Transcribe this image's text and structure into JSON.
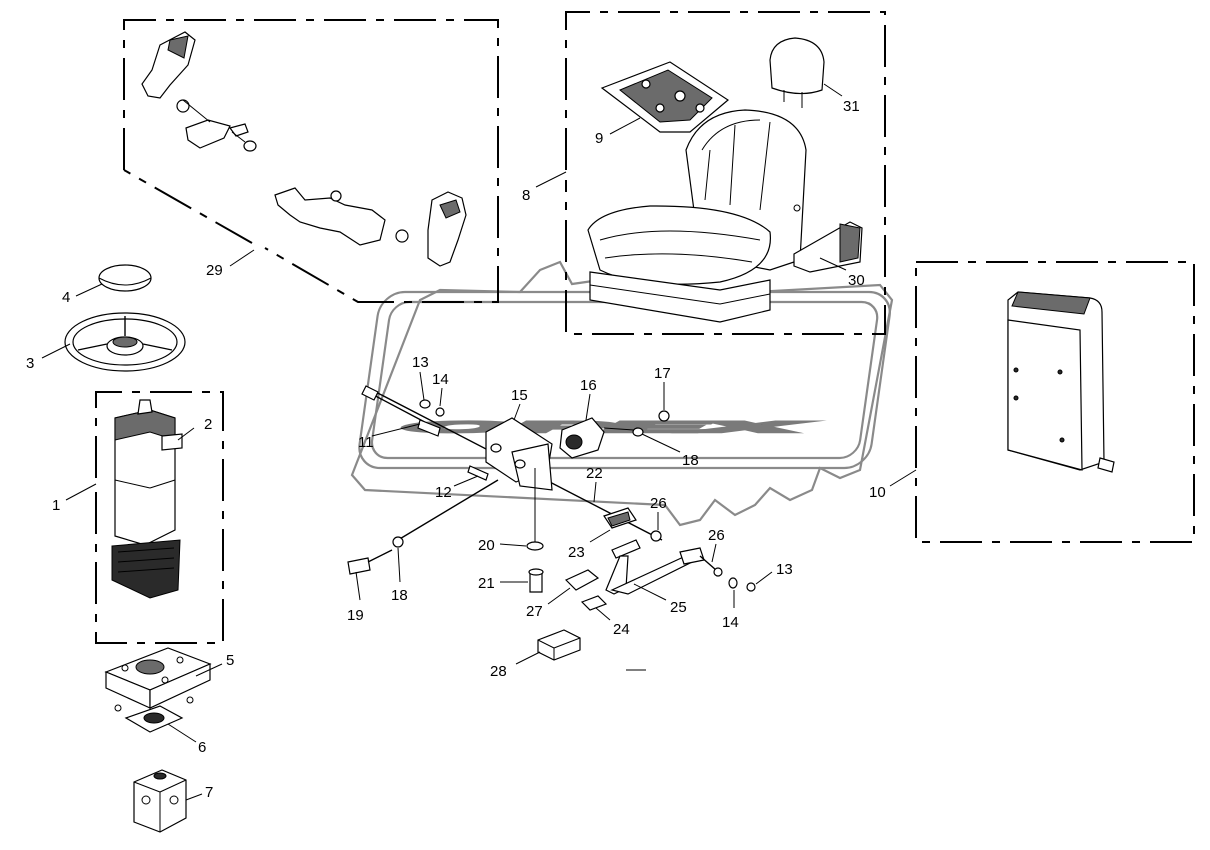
{
  "watermark": {
    "text": "OPEX"
  },
  "callouts": [
    {
      "id": "c1",
      "label": "1"
    },
    {
      "id": "c2",
      "label": "2"
    },
    {
      "id": "c3",
      "label": "3"
    },
    {
      "id": "c4",
      "label": "4"
    },
    {
      "id": "c5",
      "label": "5"
    },
    {
      "id": "c6",
      "label": "6"
    },
    {
      "id": "c7",
      "label": "7"
    },
    {
      "id": "c8",
      "label": "8"
    },
    {
      "id": "c9",
      "label": "9"
    },
    {
      "id": "c10",
      "label": "10"
    },
    {
      "id": "c11",
      "label": "11"
    },
    {
      "id": "c12",
      "label": "12"
    },
    {
      "id": "c13a",
      "label": "13"
    },
    {
      "id": "c13b",
      "label": "13"
    },
    {
      "id": "c14a",
      "label": "14"
    },
    {
      "id": "c14b",
      "label": "14"
    },
    {
      "id": "c15",
      "label": "15"
    },
    {
      "id": "c16",
      "label": "16"
    },
    {
      "id": "c17",
      "label": "17"
    },
    {
      "id": "c18a",
      "label": "18"
    },
    {
      "id": "c18b",
      "label": "18"
    },
    {
      "id": "c19",
      "label": "19"
    },
    {
      "id": "c20",
      "label": "20"
    },
    {
      "id": "c21",
      "label": "21"
    },
    {
      "id": "c22",
      "label": "22"
    },
    {
      "id": "c23",
      "label": "23"
    },
    {
      "id": "c24",
      "label": "24"
    },
    {
      "id": "c25",
      "label": "25"
    },
    {
      "id": "c26a",
      "label": "26"
    },
    {
      "id": "c26b",
      "label": "26"
    },
    {
      "id": "c27",
      "label": "27"
    },
    {
      "id": "c28",
      "label": "28"
    },
    {
      "id": "c29",
      "label": "29"
    },
    {
      "id": "c30",
      "label": "30"
    },
    {
      "id": "c31",
      "label": "31"
    }
  ]
}
